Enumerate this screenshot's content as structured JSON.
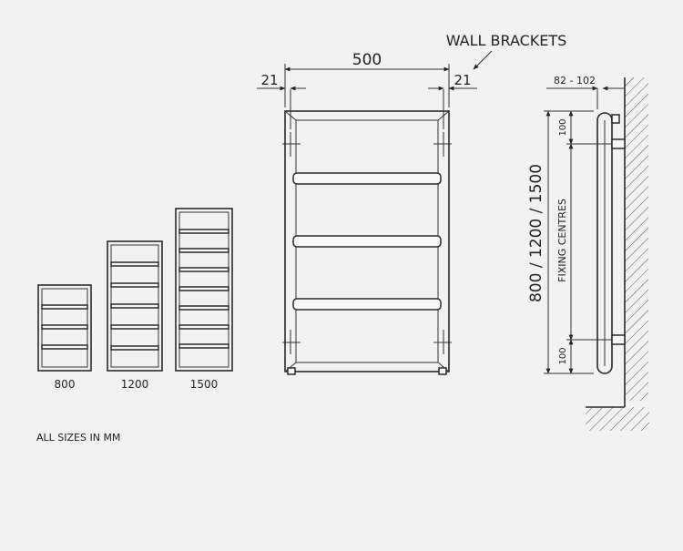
{
  "labels": {
    "wall_brackets": "WALL BRACKETS",
    "width": "500",
    "left_offset": "21",
    "right_offset": "21",
    "depth": "82 - 102",
    "height_options": "800 / 1200 / 1500",
    "fixing_centres": "FIXING CENTRES",
    "top_offset": "100",
    "bottom_offset": "100",
    "size_small": "800",
    "size_medium": "1200",
    "size_large": "1500",
    "units_note": "ALL SIZES IN MM"
  }
}
